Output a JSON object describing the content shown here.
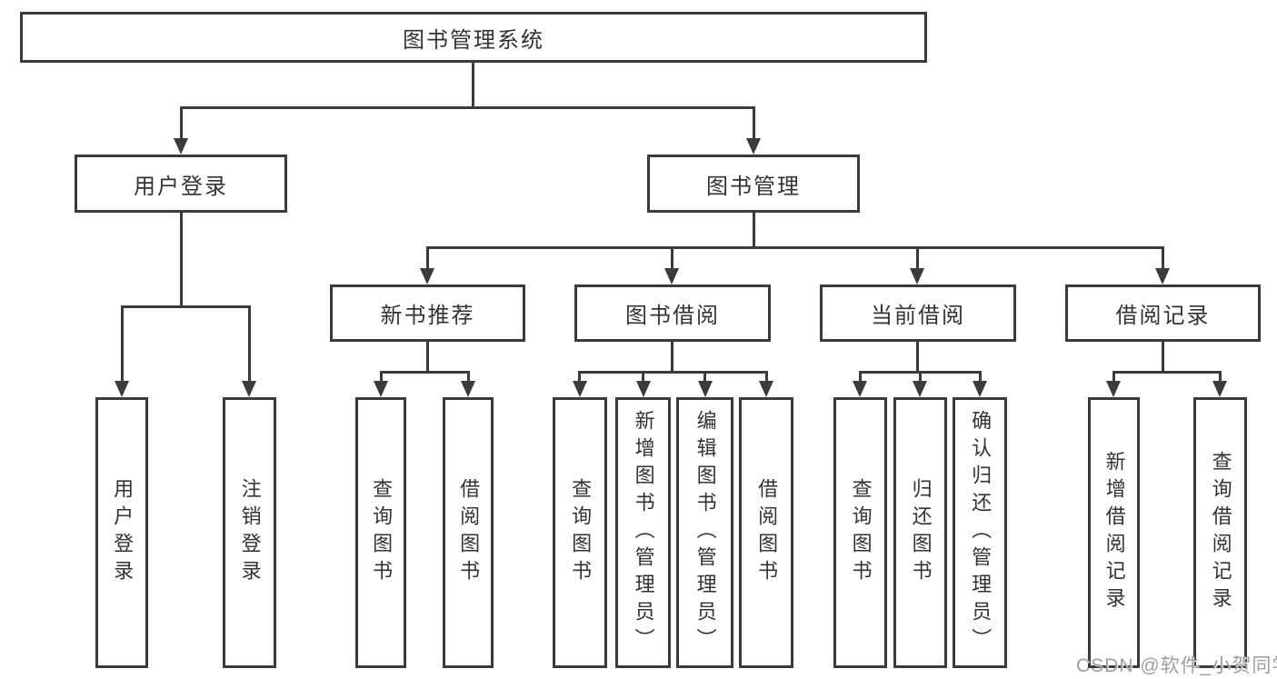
{
  "diagram_type": "hierarchy-tree",
  "colors": {
    "line": "#3b3b3b",
    "box_border": "#3b3b3b",
    "text": "#333333",
    "watermark": "#9e9e9e",
    "background": "#ffffff"
  },
  "watermark": {
    "text": "CSDN @软件_小贺同学"
  },
  "tree": {
    "root": "图书管理系统",
    "children": [
      {
        "label": "用户登录",
        "children": [
          "用户登录",
          "注销登录"
        ]
      },
      {
        "label": "图书管理",
        "children": [
          {
            "label": "新书推荐",
            "children": [
              "查询图书",
              "借阅图书"
            ]
          },
          {
            "label": "图书借阅",
            "children": [
              "查询图书",
              "新增图书（管理员）",
              "编辑图书（管理员）",
              "借阅图书"
            ]
          },
          {
            "label": "当前借阅",
            "children": [
              "查询图书",
              "归还图书",
              "确认归还（管理员）"
            ]
          },
          {
            "label": "借阅记录",
            "children": [
              "新增借阅记录",
              "查询借阅记录"
            ]
          }
        ]
      }
    ]
  }
}
